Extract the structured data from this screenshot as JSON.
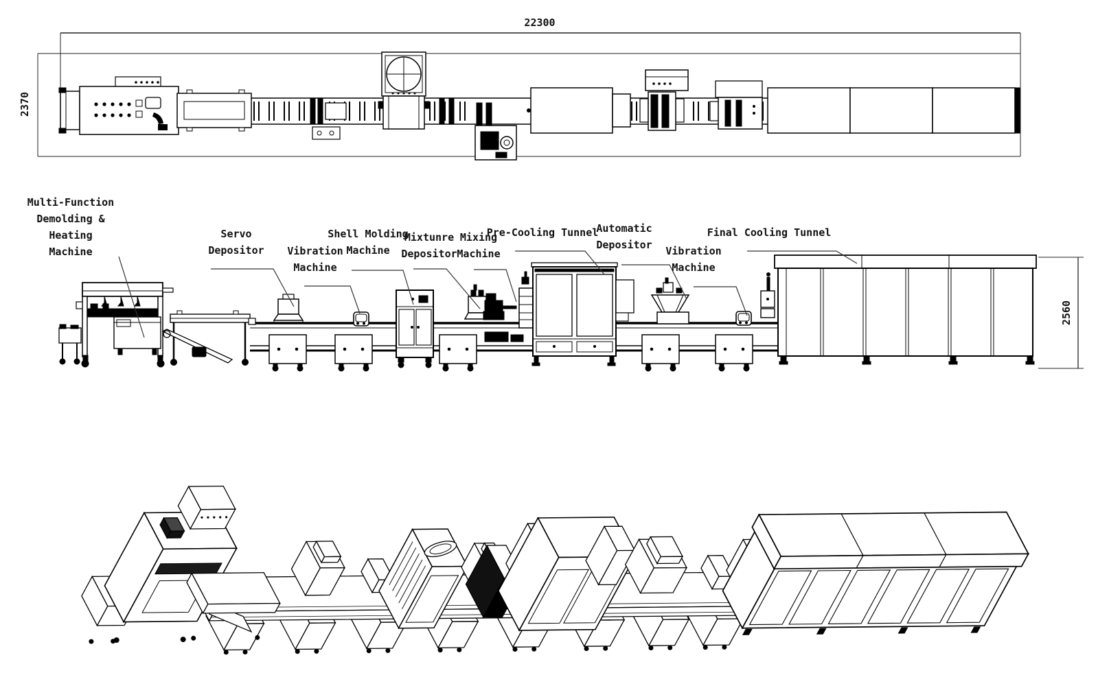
{
  "dimensions": {
    "total_length": "22300",
    "line_width": "2370",
    "tunnel_height": "2560"
  },
  "labels": {
    "demolding": [
      "Multi-Function",
      "Demolding &",
      "Heating",
      "Machine"
    ],
    "servo": [
      "Servo",
      "Depositor"
    ],
    "vibration1": [
      "Vibration",
      "Machine"
    ],
    "shell": [
      "Shell Molding",
      "Machine"
    ],
    "mixture": [
      "Mixtunre",
      "Depositor"
    ],
    "mixing": [
      "Mixing",
      "Machine"
    ],
    "precooling": "Pre-Cooling Tunnel",
    "auto": [
      "Automatic",
      "Depositor"
    ],
    "vibration2": [
      "Vibration",
      "Machine"
    ],
    "finalcooling": "Final Cooling Tunnel"
  }
}
